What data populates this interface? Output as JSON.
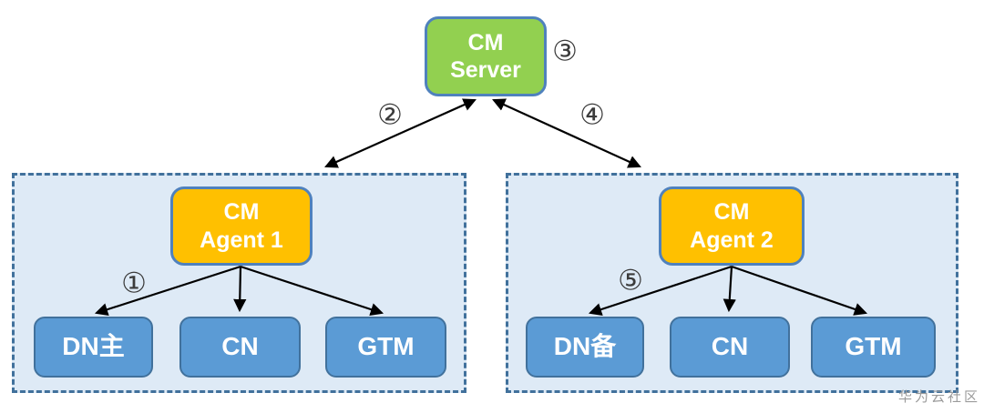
{
  "diagram": {
    "server": {
      "line1": "CM",
      "line2": "Server"
    },
    "clusters": [
      {
        "agent": {
          "line1": "CM",
          "line2": "Agent 1"
        },
        "children": [
          "DN主",
          "CN",
          "GTM"
        ]
      },
      {
        "agent": {
          "line1": "CM",
          "line2": "Agent 2"
        },
        "children": [
          "DN备",
          "CN",
          "GTM"
        ]
      }
    ],
    "step_labels": {
      "s1": "①",
      "s2": "②",
      "s3": "③",
      "s4": "④",
      "s5": "⑤"
    },
    "watermark": "华为云社区",
    "colors": {
      "server_fill": "#92D050",
      "agent_fill": "#FFC000",
      "node_fill": "#5B9BD5",
      "node_border": "#41719C",
      "box_border": "#4F81BD",
      "cluster_fill": "#DEEAF6",
      "cluster_border": "#41719C",
      "arrow": "#000000",
      "label_color": "#3B3B3B",
      "watermark_color": "#9B9B9B"
    }
  }
}
